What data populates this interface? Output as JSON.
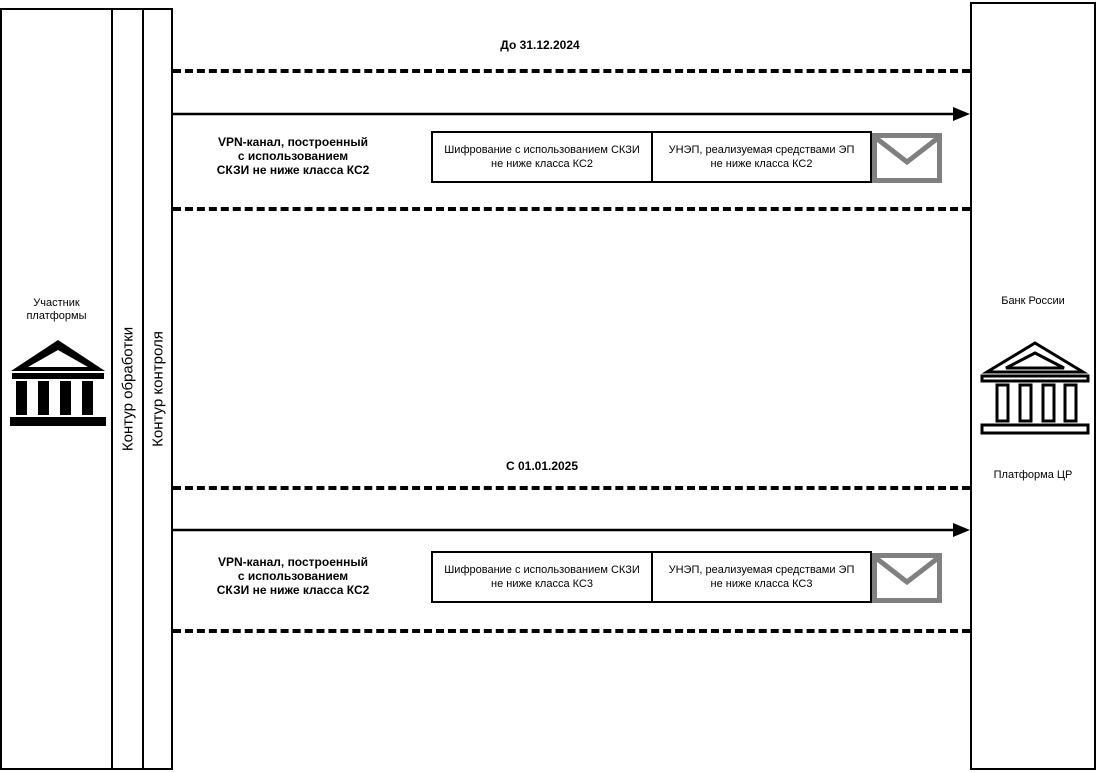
{
  "participant": {
    "label_line1": "Участник",
    "label_line2": "платформы"
  },
  "lanes": {
    "processing": "Контур обработки",
    "control": "Контур контроля"
  },
  "bank": {
    "label": "Банк России",
    "platform": "Платформа ЦР"
  },
  "periods": [
    {
      "title": "До 31.12.2024",
      "channel_line1": "VPN-канал, построенный",
      "channel_line2": "с использованием",
      "channel_line3": "СКЗИ не ниже класса КС2",
      "enc_line1": "Шифрование с использованием СКЗИ",
      "enc_line2": "не ниже класса КС2",
      "sig_line1": "УНЭП, реализуемая средствами ЭП",
      "sig_line2": "не ниже класса КС2"
    },
    {
      "title": "С 01.01.2025",
      "channel_line1": "VPN-канал, построенный",
      "channel_line2": "с использованием",
      "channel_line3": "СКЗИ не ниже класса КС2",
      "enc_line1": "Шифрование с использованием СКЗИ",
      "enc_line2": "не ниже класса КС3",
      "sig_line1": "УНЭП, реализуемая средствами ЭП",
      "sig_line2": "не ниже класса КС3"
    }
  ],
  "icons": {
    "participant": "bank-building-icon",
    "bank": "bank-building-outline-icon",
    "message": "envelope-icon"
  },
  "colors": {
    "line": "#000000",
    "envelope": "#808080"
  }
}
